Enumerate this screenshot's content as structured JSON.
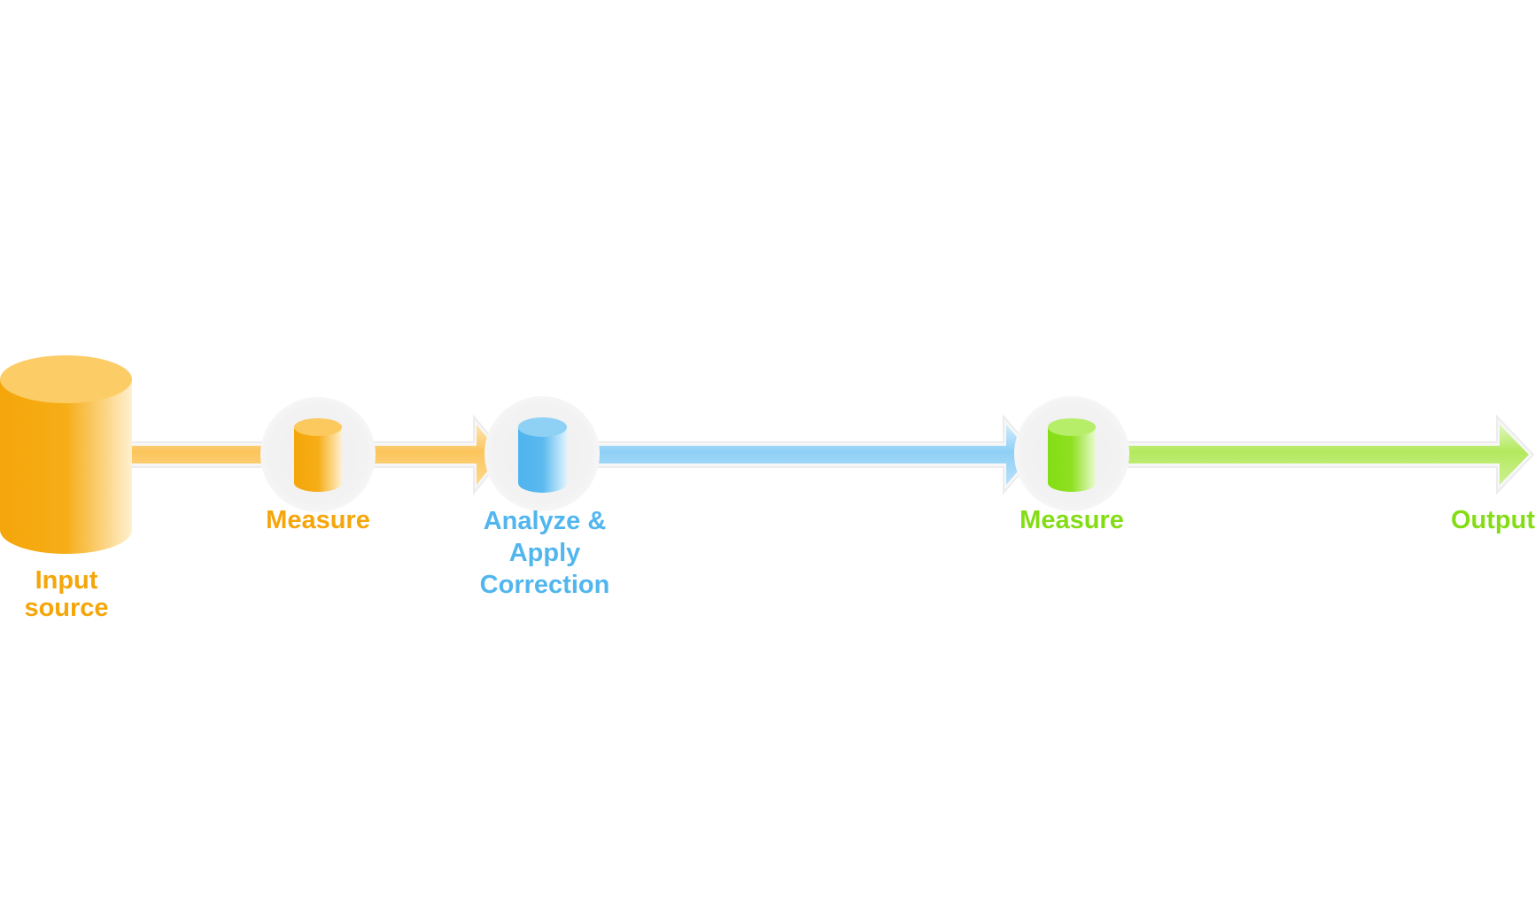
{
  "colors": {
    "orange": "#f4a60a",
    "blue": "#52b6ee",
    "green": "#84dd14",
    "node_background": "#f2f2f2"
  },
  "labels": {
    "input_source": "Input\nsource",
    "measure_1": "Measure",
    "analyze": "Analyze &\nApply\nCorrection",
    "measure_2": "Measure",
    "output": "Output"
  },
  "icons": {
    "input_source": "database-cylinder-icon",
    "measure_1": "cylinder-icon",
    "analyze": "cylinder-icon",
    "measure_2": "cylinder-icon"
  }
}
